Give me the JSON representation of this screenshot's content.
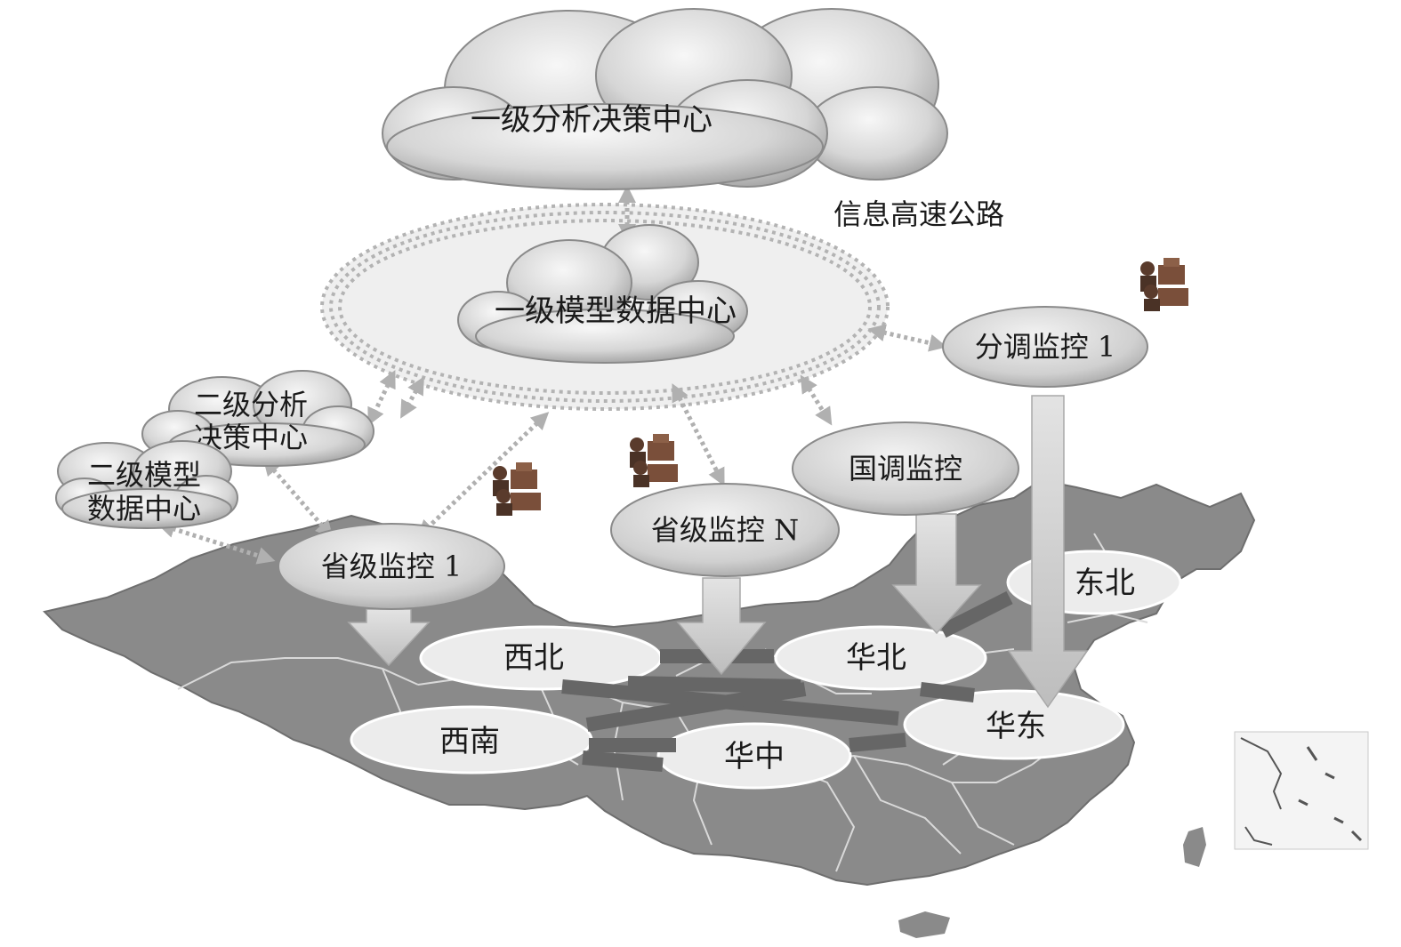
{
  "labels": {
    "cloud_l1_decision": "一级分析决策中心",
    "info_highway": "信息高速公路",
    "cloud_l1_model": "一级模型数据中心",
    "cloud_l2_decision_line1": "二级分析",
    "cloud_l2_decision_line2": "决策中心",
    "cloud_l2_model_line1": "二级模型",
    "cloud_l2_model_line2": "数据中心",
    "monitor_branch": "分调监控 1",
    "monitor_national": "国调监控",
    "monitor_province_n": "省级监控 N",
    "monitor_province_1": "省级监控 1"
  },
  "regions": {
    "northwest": "西北",
    "north": "华北",
    "northeast": "东北",
    "southwest": "西南",
    "central": "华中",
    "east": "华东"
  },
  "icons": {
    "operator_group_1": "operator-workstation-icon",
    "operator_group_2": "operator-workstation-icon",
    "operator_group_3": "operator-workstation-icon"
  },
  "colors": {
    "map_fill": "#8a8a8a",
    "map_stroke": "#d8d8d8",
    "cloud_fill": "#dcdcdc",
    "ellipse_fill": "#e8e8e8",
    "arrow_fill": "#c9c9c9",
    "dotted_link": "#b5b5b5",
    "grid_link": "#666666"
  }
}
